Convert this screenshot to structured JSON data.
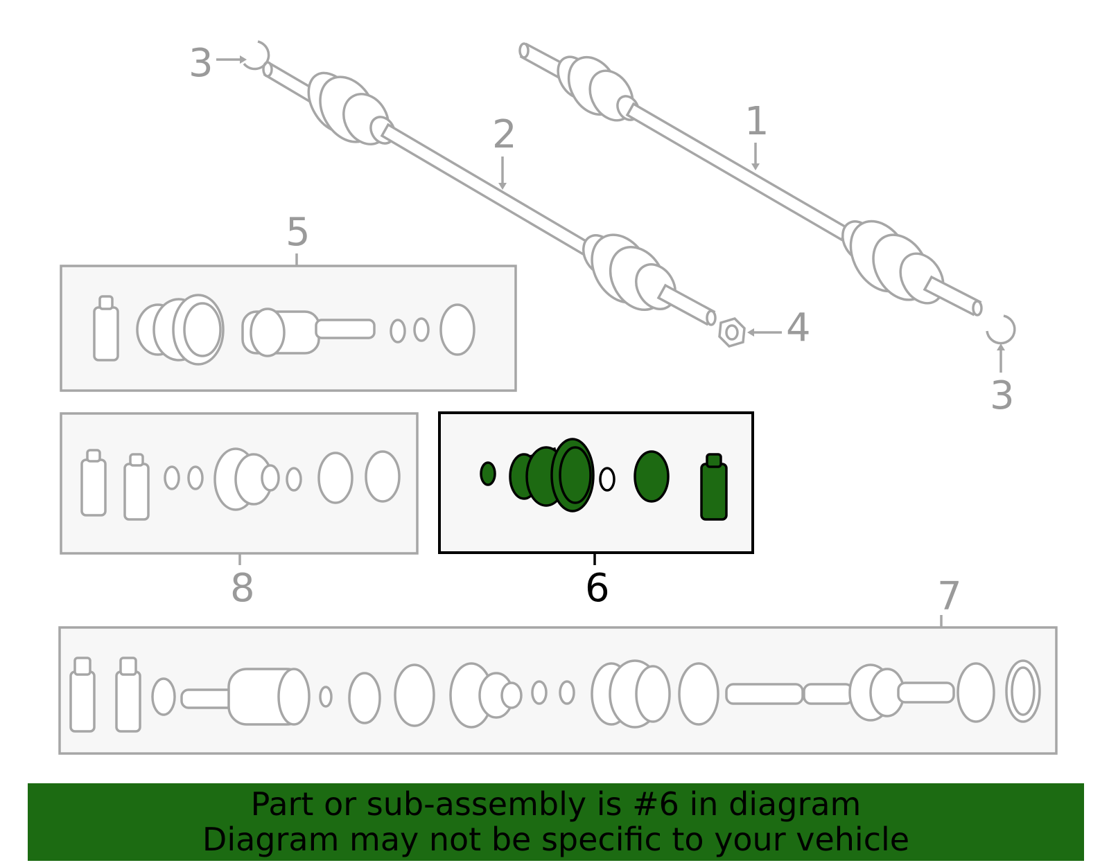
{
  "callouts": {
    "c1": "1",
    "c2": "2",
    "c3a": "3",
    "c3b": "3",
    "c4": "4",
    "c5": "5",
    "c6": "6",
    "c7": "7",
    "c8": "8"
  },
  "highlight": {
    "part_number": "6",
    "color": "#1d6a12"
  },
  "banner": {
    "line1": "Part or sub-assembly is #6 in diagram",
    "line2": "Diagram may not be specific to your vehicle",
    "background": "#1c6b12"
  }
}
